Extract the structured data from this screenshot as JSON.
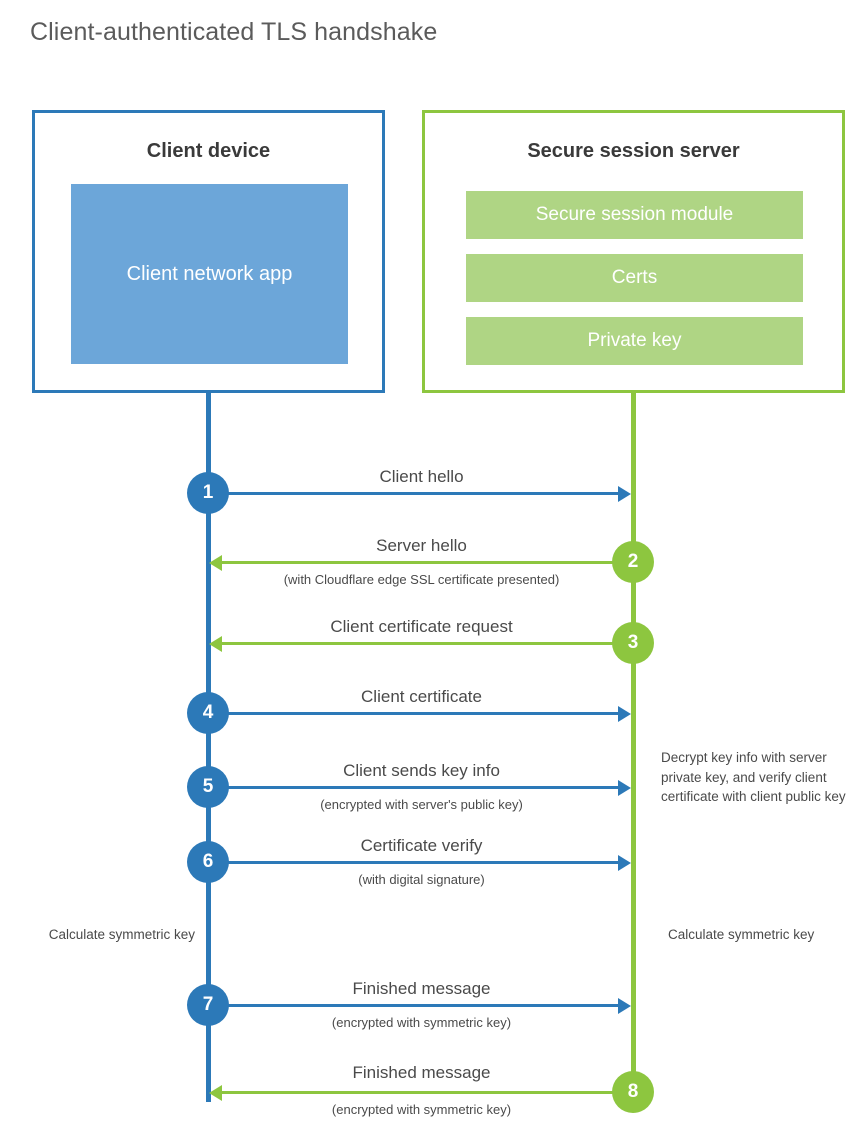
{
  "title": "Client-authenticated TLS handshake",
  "colors": {
    "blue": "#2C79B8",
    "green": "#8DC63F",
    "light_blue": "#6CA6D9",
    "light_green": "#AFD584",
    "text": "#4a4a4a"
  },
  "entities": {
    "client": {
      "title": "Client device",
      "app_label": "Client network app"
    },
    "server": {
      "title": "Secure session server",
      "bars": [
        {
          "label": "Secure session module"
        },
        {
          "label": "Certs"
        },
        {
          "label": "Private key"
        }
      ]
    }
  },
  "steps": [
    {
      "number": "1",
      "side": "client",
      "direction": "right",
      "color": "blue",
      "label": "Client hello",
      "sublabel": ""
    },
    {
      "number": "2",
      "side": "server",
      "direction": "left",
      "color": "green",
      "label": "Server hello",
      "sublabel": "(with Cloudflare edge SSL certificate presented)"
    },
    {
      "number": "3",
      "side": "server",
      "direction": "left",
      "color": "green",
      "label": "Client certificate request",
      "sublabel": ""
    },
    {
      "number": "4",
      "side": "client",
      "direction": "right",
      "color": "blue",
      "label": "Client certificate",
      "sublabel": ""
    },
    {
      "number": "5",
      "side": "client",
      "direction": "right",
      "color": "blue",
      "label": "Client sends key info",
      "sublabel": "(encrypted with server's public key)"
    },
    {
      "number": "6",
      "side": "client",
      "direction": "right",
      "color": "blue",
      "label": "Certificate verify",
      "sublabel": "(with digital signature)"
    },
    {
      "number": "7",
      "side": "client",
      "direction": "right",
      "color": "blue",
      "label": "Finished message",
      "sublabel": "(encrypted with symmetric key)"
    },
    {
      "number": "8",
      "side": "server",
      "direction": "left",
      "color": "green",
      "label": "Finished message",
      "sublabel": "(encrypted with symmetric key)"
    }
  ],
  "notes": {
    "server_decrypt": "Decrypt key info with server private key, and verify client certificate with client public key",
    "client_calculate": "Calculate symmetric key",
    "server_calculate": "Calculate symmetric key"
  }
}
